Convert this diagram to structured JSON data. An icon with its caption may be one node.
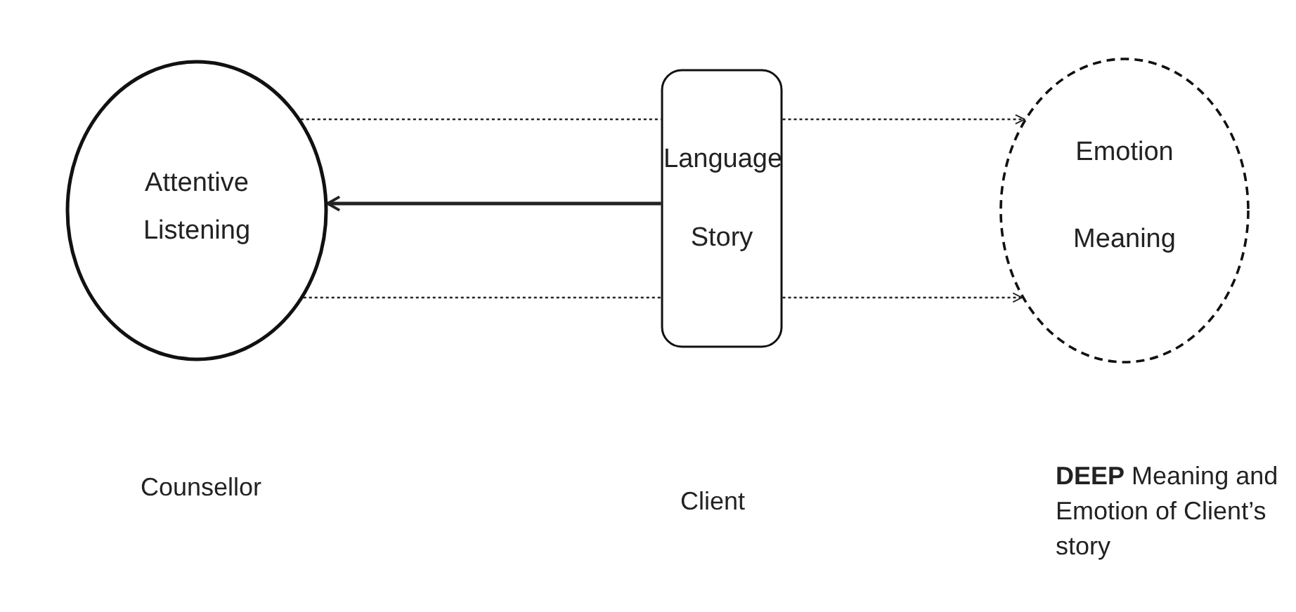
{
  "diagram": {
    "nodes": [
      {
        "text": [
          "Attentive Listening"
        ]
      },
      {
        "text": [
          "Language",
          "Story"
        ]
      },
      {
        "text": [
          "Emotion",
          "Meaning"
        ]
      }
    ],
    "edges": [
      {
        "from": 0,
        "to": 1,
        "arrow": "none",
        "style": "dashed"
      },
      {
        "from": 1,
        "to": 2,
        "arrow": "to",
        "style": "dashed"
      },
      {
        "from": 1,
        "to": 0,
        "arrow": "to"
      },
      {
        "from": 0,
        "to": 1,
        "arrow": "none",
        "style": "dashed"
      },
      {
        "from": 1,
        "to": 2,
        "arrow": "to",
        "style": "dashed"
      }
    ],
    "labels": [
      "Counsellor",
      "Client",
      "**DEEP** Meaning and Emotion of Client’s story"
    ]
  }
}
